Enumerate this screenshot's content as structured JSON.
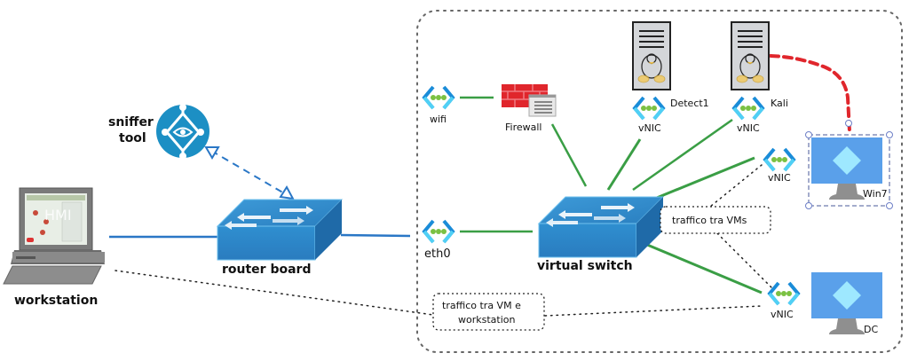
{
  "diagram": {
    "title": "Rete virtuale e sniffer",
    "colors": {
      "link_green": "#3a9e45",
      "link_blue": "#2a77c6",
      "attack_red": "#e0262c",
      "frame_gray": "#666666",
      "switch_blue": "#2f86c8",
      "vm_screen": "#5aa0ea",
      "vm_diamond": "#9ee8ff",
      "sniffer_blue": "#1c8fc4",
      "nic_blue": "#1a8cd8",
      "nic_green": "#7bc142",
      "firewall_red": "#e0262c",
      "server_gray": "#d4d6d9"
    },
    "nodes": {
      "workstation": {
        "label": "workstation",
        "screen_text": "HMI",
        "icon": "computer-icon"
      },
      "sniffer": {
        "label_line1": "sniffer",
        "label_line2": "tool",
        "icon": "sniffer-network-icon"
      },
      "router": {
        "label": "router board",
        "icon": "switch-icon"
      },
      "eth0": {
        "label": "eth0",
        "icon": "nic-icon"
      },
      "wifi": {
        "label": "wifi",
        "icon": "nic-icon"
      },
      "firewall": {
        "label": "Firewall",
        "icon": "firewall-icon"
      },
      "vswitch": {
        "label": "virtual switch",
        "icon": "switch-icon"
      },
      "detect1": {
        "label": "Detect1",
        "nic_label": "vNIC",
        "icon": "linux-server-icon"
      },
      "kali": {
        "label": "Kali",
        "nic_label": "vNIC",
        "icon": "linux-server-icon"
      },
      "win7": {
        "label": "Win7",
        "nic_label": "vNIC",
        "icon": "vm-monitor-icon"
      },
      "dc": {
        "label": "DC",
        "nic_label": "vNIC",
        "icon": "vm-monitor-icon"
      }
    },
    "notes": {
      "vm_traffic": "traffico tra VMs",
      "vm_ws_traffic_line1": "traffico tra VM e",
      "vm_ws_traffic_line2": "workstation"
    }
  }
}
